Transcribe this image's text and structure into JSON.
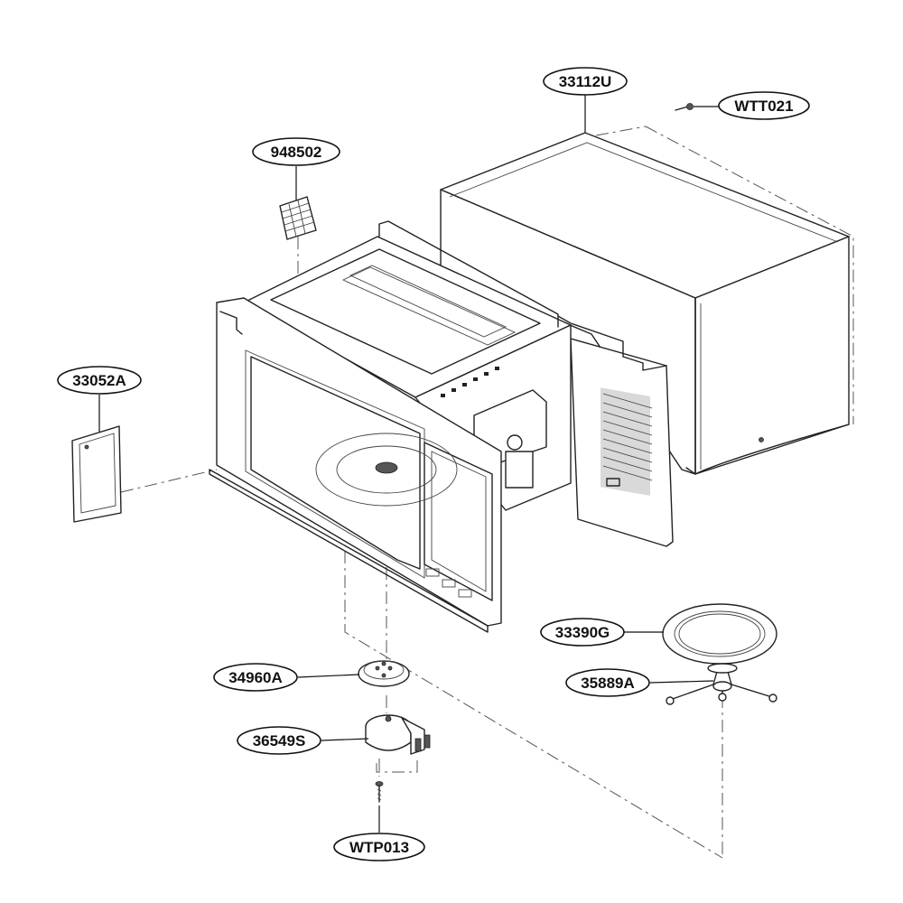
{
  "parts": [
    {
      "id": "cabinet",
      "label": "33112U"
    },
    {
      "id": "cabinet-screw",
      "label": "WTT021"
    },
    {
      "id": "filter",
      "label": "948502"
    },
    {
      "id": "waveguide-cover",
      "label": "33052A"
    },
    {
      "id": "glass-tray",
      "label": "33390G"
    },
    {
      "id": "roller-guide",
      "label": "35889A"
    },
    {
      "id": "coupler",
      "label": "34960A"
    },
    {
      "id": "turntable-motor",
      "label": "36549S"
    },
    {
      "id": "motor-screw",
      "label": "WTP013"
    }
  ]
}
